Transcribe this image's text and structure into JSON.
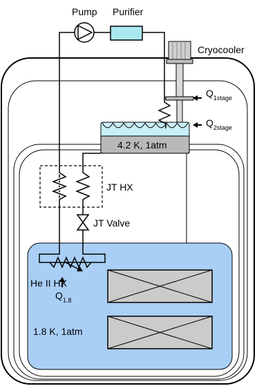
{
  "labels": {
    "pump": "Pump",
    "purifier": "Purifier",
    "cryocooler": "Cryocooler",
    "q1": "Q",
    "q1_sub": "1stage",
    "q2": "Q",
    "q2_sub": "2stage",
    "bath_42": "4.2 K, 1atm",
    "jt_hx": "JT HX",
    "jt_valve": "JT Valve",
    "heii_hx": "He II HX",
    "q18": "Q",
    "q18_sub": "1.8",
    "bath_18": "1.8 K, 1atm"
  },
  "colors": {
    "purifier_fill": "#a9e8ee",
    "helium_42_fill": "#c8eef8",
    "helium_18_fill": "#a9cff7",
    "plate_fill": "#b9b9b9",
    "magnet_fill": "#cbcbcb",
    "cryocooler_fill": "#cfcfcf"
  }
}
